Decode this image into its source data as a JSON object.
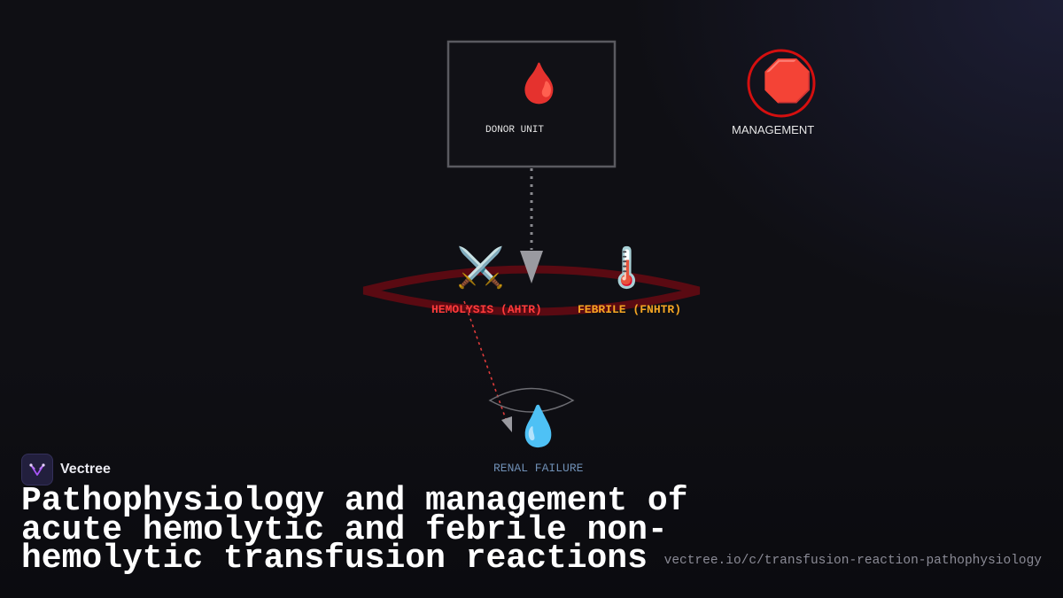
{
  "diagram": {
    "nodes": {
      "donor_unit": {
        "label": "DONOR UNIT",
        "icon": "blood-drop-icon",
        "glyph": "🩸"
      },
      "management": {
        "label": "MANAGEMENT",
        "icon": "stop-sign-icon",
        "glyph": "🛑"
      },
      "hemolysis": {
        "label": "HEMOLYSIS (AHTR)",
        "icon": "crossed-swords-icon",
        "glyph": "⚔️"
      },
      "febrile": {
        "label": "FEBRILE (FNHTR)",
        "icon": "thermometer-icon",
        "glyph": "🌡️"
      },
      "renal_failure": {
        "label": "RENAL FAILURE",
        "icon": "water-drop-icon",
        "glyph": "💧"
      }
    },
    "colors": {
      "background": "#0f0f14",
      "donor_box_border": "#5a5a60",
      "donor_label": "#e6e6e6",
      "management_ring": "#d50f0f",
      "management_label": "#e6e6e6",
      "reaction_ring": "#5a0a12",
      "hemolysis_label": "#ff3b3b",
      "febrile_label": "#f5a623",
      "renal_label": "#6f8fb5",
      "connector_dotted": "#8a8a8f",
      "connector_red": "#e03b3b",
      "arrow_head": "#9a9aa0"
    }
  },
  "brand": {
    "name": "Vectree",
    "icon": "vectree-logo-icon"
  },
  "title": "Pathophysiology and management of acute hemolytic and febrile non-hemolytic transfusion reactions",
  "url": "vectree.io/c/transfusion-reaction-pathophysiology"
}
